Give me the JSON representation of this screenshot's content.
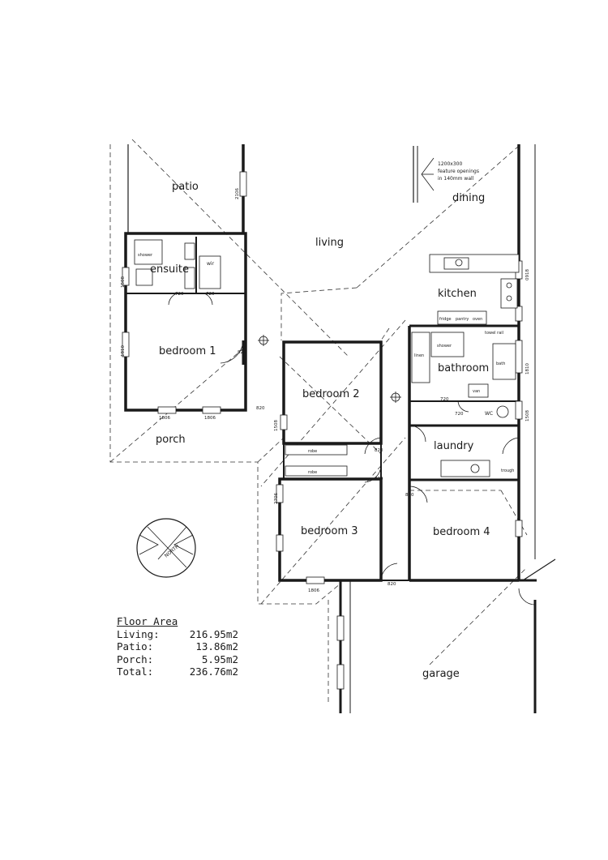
{
  "rooms": {
    "patio": "patio",
    "living": "living",
    "dining": "dining",
    "kitchen": "kitchen",
    "ensuite": "ensuite",
    "wir": "wir",
    "bedroom1": "bedroom 1",
    "bedroom2": "bedroom 2",
    "bedroom3": "bedroom 3",
    "bedroom4": "bedroom 4",
    "bathroom": "bathroom",
    "wc": "WC",
    "laundry": "laundry",
    "porch": "porch",
    "garage": "garage"
  },
  "fixtures": {
    "shower": "shower",
    "linen": "linen",
    "fridge": "fridge",
    "pantry": "pantry",
    "oven": "oven",
    "towel_rail": "towel rail",
    "bath": "bath",
    "vanity": "van",
    "trough": "trough",
    "robe": "robe"
  },
  "note": {
    "line1": "1200x300",
    "line2": "feature openings",
    "line3": "in 140mm wall"
  },
  "dims": {
    "d820": "820",
    "d720": "720",
    "d1806": "1806",
    "d2106": "2106",
    "d1810": "1810",
    "d2706": "2706",
    "d0918": "0918",
    "d1508": "1508"
  },
  "compass": {
    "label": "NORTH"
  },
  "floor_area": {
    "title": "Floor Area",
    "rows": [
      {
        "label": "Living:",
        "value": "216.95m2"
      },
      {
        "label": "Patio:",
        "value": "13.86m2"
      },
      {
        "label": "Porch:",
        "value": "5.95m2"
      },
      {
        "label": "Total:",
        "value": "236.76m2"
      }
    ]
  }
}
